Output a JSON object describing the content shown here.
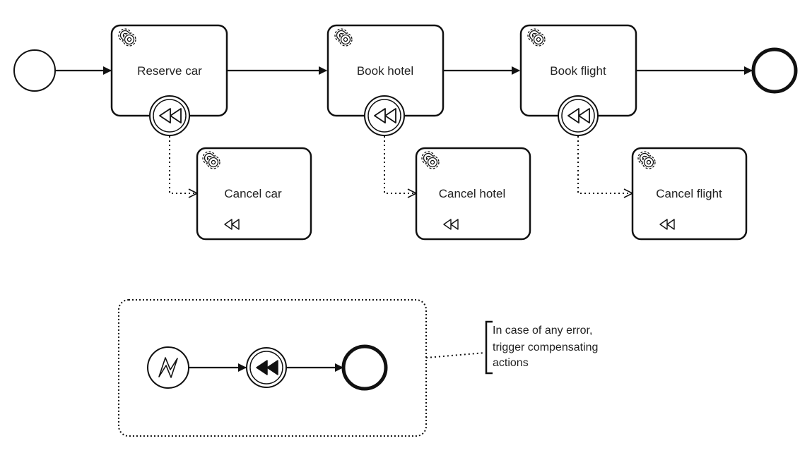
{
  "colors": {
    "stroke": "#111111",
    "text": "#222222",
    "background": "#ffffff"
  },
  "main_flow": {
    "tasks": [
      {
        "label": "Reserve car",
        "icon": "gear-icon",
        "boundary_event": "compensation-boundary-event"
      },
      {
        "label": "Book hotel",
        "icon": "gear-icon",
        "boundary_event": "compensation-boundary-event"
      },
      {
        "label": "Book flight",
        "icon": "gear-icon",
        "boundary_event": "compensation-boundary-event"
      }
    ],
    "start_event": "start-event",
    "end_event": "end-event"
  },
  "compensation_tasks": [
    {
      "label": "Cancel car",
      "icon": "gear-icon",
      "marker": "compensation-marker-icon"
    },
    {
      "label": "Cancel hotel",
      "icon": "gear-icon",
      "marker": "compensation-marker-icon"
    },
    {
      "label": "Cancel flight",
      "icon": "gear-icon",
      "marker": "compensation-marker-icon"
    }
  ],
  "event_subprocess": {
    "start_event_icon": "error-icon",
    "throw_event_icon": "compensation-throw-icon",
    "end_event": "end-event"
  },
  "annotation": {
    "lines": [
      "In case of any error,",
      "trigger compensating",
      "actions"
    ]
  }
}
